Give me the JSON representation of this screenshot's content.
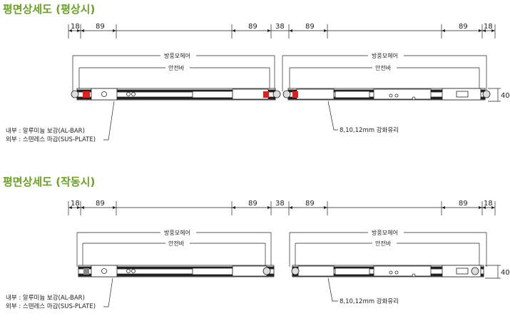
{
  "sections": [
    {
      "title": "평면상세도 (평상시)",
      "dimensions": [
        "18",
        "89",
        "89",
        "38",
        "89",
        "89",
        "18"
      ],
      "height_dim": "40",
      "left_labels": {
        "outer": "방풍모헤어",
        "inner": "안전바"
      },
      "right_labels": {
        "outer": "방풍모헤어",
        "inner": "안전바"
      },
      "callout_inner": "내부 : 알루미늄 보강(AL-BAR)",
      "callout_outer": "외부 : 스텐레스 마감(SUS-PLATE)",
      "callout_glass": "8,10,12mm 강화유리"
    },
    {
      "title": "평면상세도 (작동시)",
      "dimensions": [
        "18",
        "89",
        "89",
        "38",
        "89",
        "89",
        "18"
      ],
      "height_dim": "40",
      "left_labels": {
        "outer": "방풍모헤어",
        "inner": "안전바"
      },
      "right_labels": {
        "outer": "방풍모헤어",
        "inner": "안전바"
      },
      "callout_inner": "내부 : 알루미늄 보강(AL-BAR)",
      "callout_outer": "외부 : 스텐레스 마감(SUS-PLATE)",
      "callout_glass": "8,10,12mm 강화유리"
    }
  ],
  "colors": {
    "heading": "#6aa121",
    "accent": "#e0201a",
    "line": "#222222"
  }
}
